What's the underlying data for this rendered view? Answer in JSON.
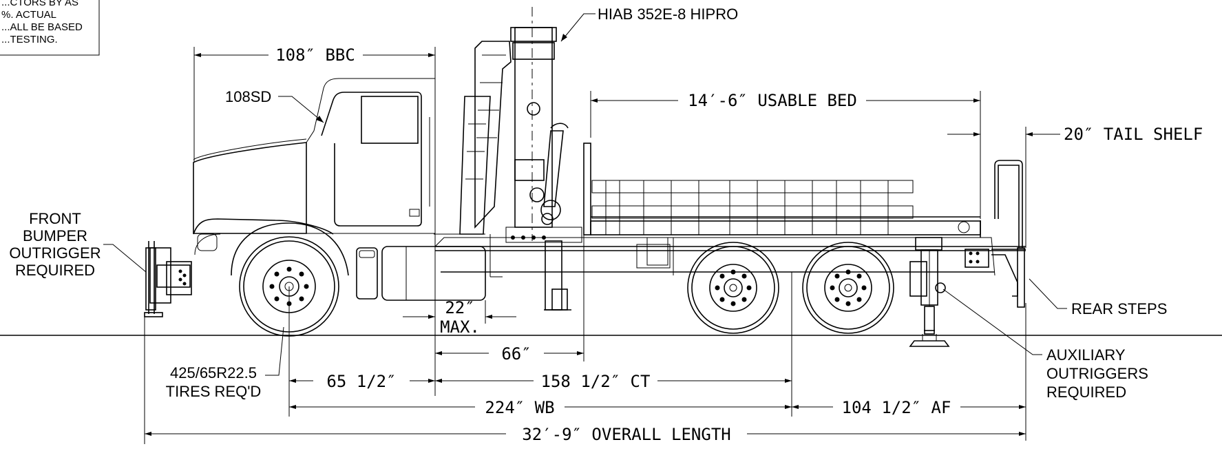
{
  "note_box": {
    "lines": [
      "...CTORS BY AS",
      "%. ACTUAL",
      "...ALL BE BASED",
      "...TESTING."
    ]
  },
  "dimensions": {
    "bbc": "108″ BBC",
    "usable_bed": "14′-6″ USABLE BED",
    "tail_shelf": "20″ TAIL SHELF",
    "max_22": "22″",
    "max_label": "MAX.",
    "d66": "66″",
    "d65": "65 1/2″",
    "ct": "158 1/2″ CT",
    "wb": "224″ WB",
    "af": "104 1/2″ AF",
    "overall": "32′-9″ OVERALL LENGTH"
  },
  "labels": {
    "crane": "HIAB 352E-8 HIPRO",
    "model": "108SD",
    "front_bumper": [
      "FRONT",
      "BUMPER",
      "OUTRIGGER",
      "REQUIRED"
    ],
    "tires": [
      "425/65R22.5",
      "TIRES REQ'D"
    ],
    "rear_steps": "REAR STEPS",
    "aux_outriggers": [
      "AUXILIARY",
      "OUTRIGGERS",
      "REQUIRED"
    ]
  }
}
